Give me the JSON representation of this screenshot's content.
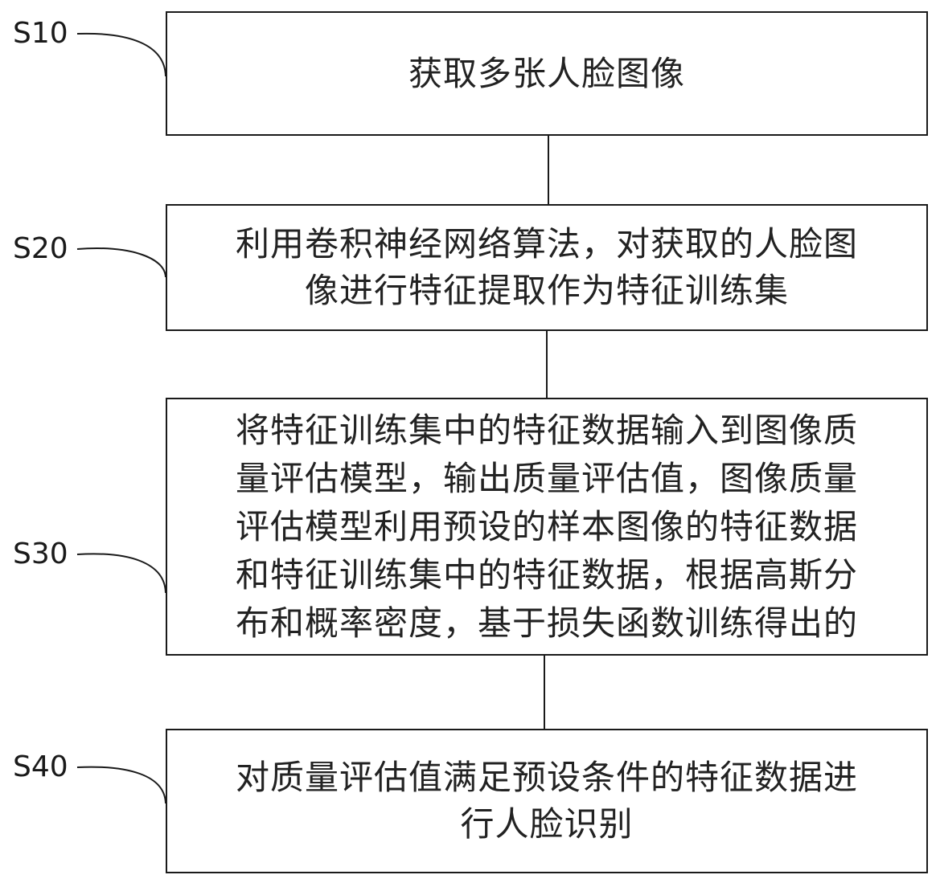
{
  "steps": [
    {
      "label": "S10",
      "text": "获取多张人脸图像"
    },
    {
      "label": "S20",
      "text": "利用卷积神经网络算法，对获取的人脸图\n像进行特征提取作为特征训练集"
    },
    {
      "label": "S30",
      "text": "将特征训练集中的特征数据输入到图像质\n量评估模型，输出质量评估值，图像质量\n评估模型利用预设的样本图像的特征数据\n和特征训练集中的特征数据，根据高斯分\n布和概率密度，基于损失函数训练得出的"
    },
    {
      "label": "S40",
      "text": "对质量评估值满足预设条件的特征数据进\n行人脸识别"
    }
  ]
}
